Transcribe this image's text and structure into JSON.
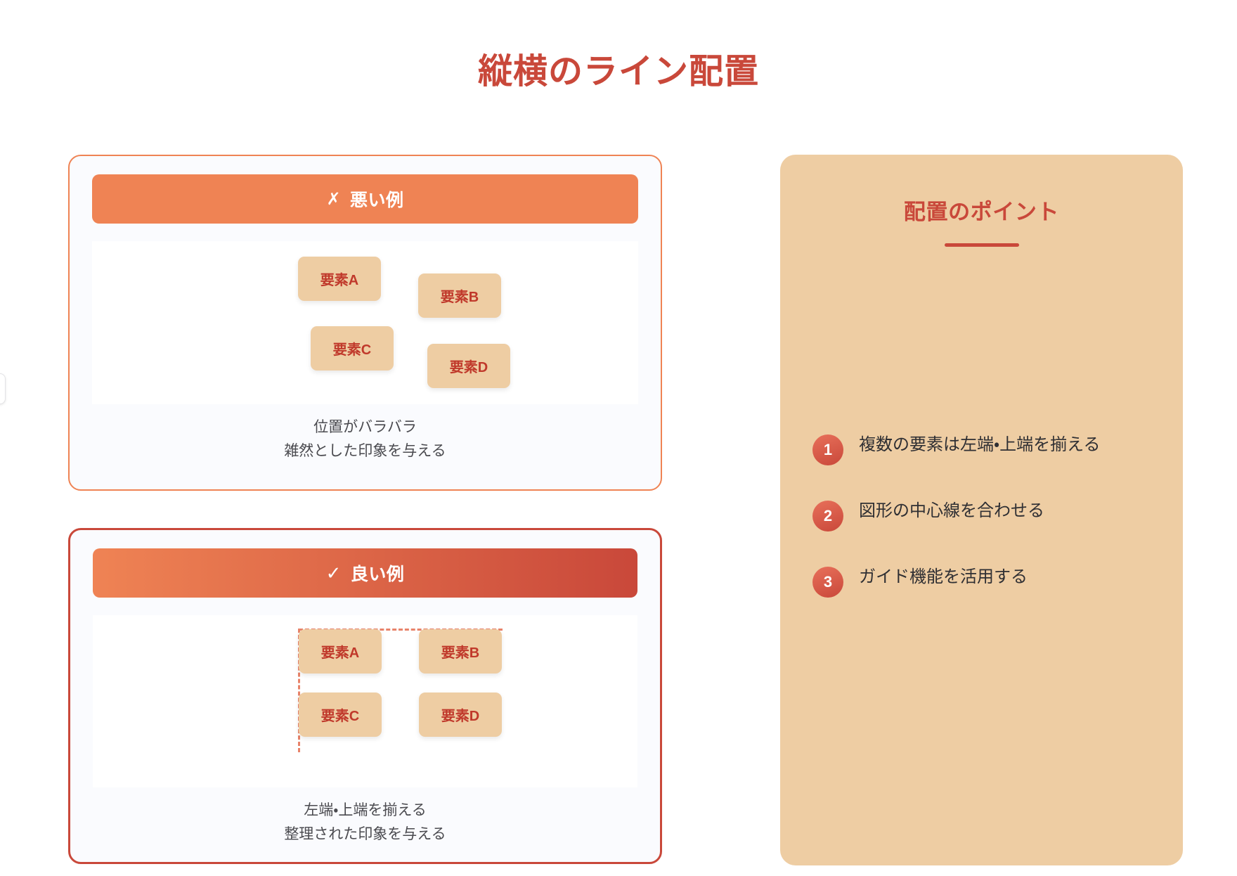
{
  "page": {
    "title": "縦横のライン配置",
    "accent_red": "#c9483a",
    "accent_orange": "#ef8354",
    "panel_bg": "#eecda3",
    "element_box_bg": "#eecda3",
    "element_text_color": "#c0392b"
  },
  "examples": [
    {
      "key": "bad",
      "mark": "✗",
      "header_label": "悪い例",
      "elements": [
        {
          "label": "要素A"
        },
        {
          "label": "要素B"
        },
        {
          "label": "要素C"
        },
        {
          "label": "要素D"
        }
      ],
      "caption_lines": [
        "位置がバラバラ",
        "雑然とした印象を与える"
      ]
    },
    {
      "key": "good",
      "mark": "✓",
      "header_label": "良い例",
      "elements": [
        {
          "label": "要素A"
        },
        {
          "label": "要素B"
        },
        {
          "label": "要素C"
        },
        {
          "label": "要素D"
        }
      ],
      "caption_lines": [
        "左端・上端を揃える",
        "整理された印象を与える"
      ]
    }
  ],
  "points_panel": {
    "title": "配置のポイント",
    "items": [
      {
        "number": "1",
        "text": "複数の要素は左端・上端を揃える"
      },
      {
        "number": "2",
        "text": "図形の中心線を合わせる"
      },
      {
        "number": "3",
        "text": "ガイド機能を活用する"
      }
    ]
  }
}
